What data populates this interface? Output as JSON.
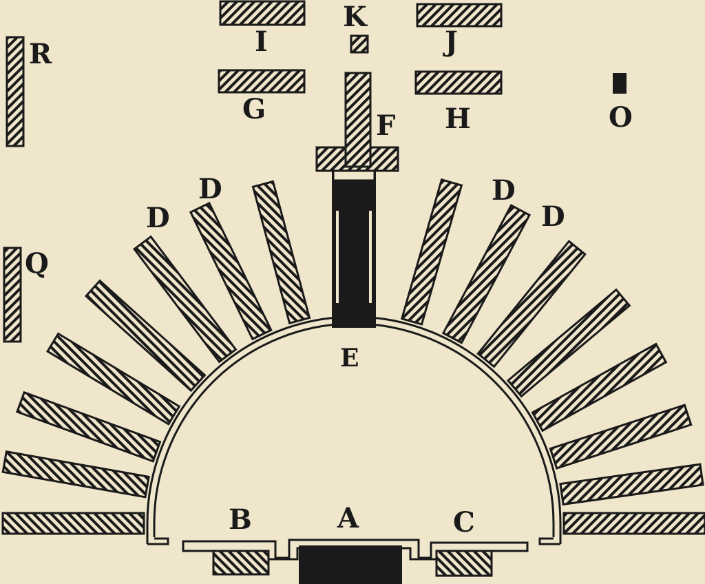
{
  "colors": {
    "paper": "#efe6cc",
    "ink": "#1a1a1a"
  },
  "labels": {
    "stage": "A",
    "left_wing": "B",
    "right_wing": "C",
    "seat_wedges": "D",
    "orchestra": "E",
    "passage": "F",
    "building_g": "G",
    "building_h": "H",
    "building_i": "I",
    "building_j": "J",
    "altar_k": "K",
    "pillar_o": "O",
    "wall_q": "Q",
    "wall_r": "R"
  }
}
